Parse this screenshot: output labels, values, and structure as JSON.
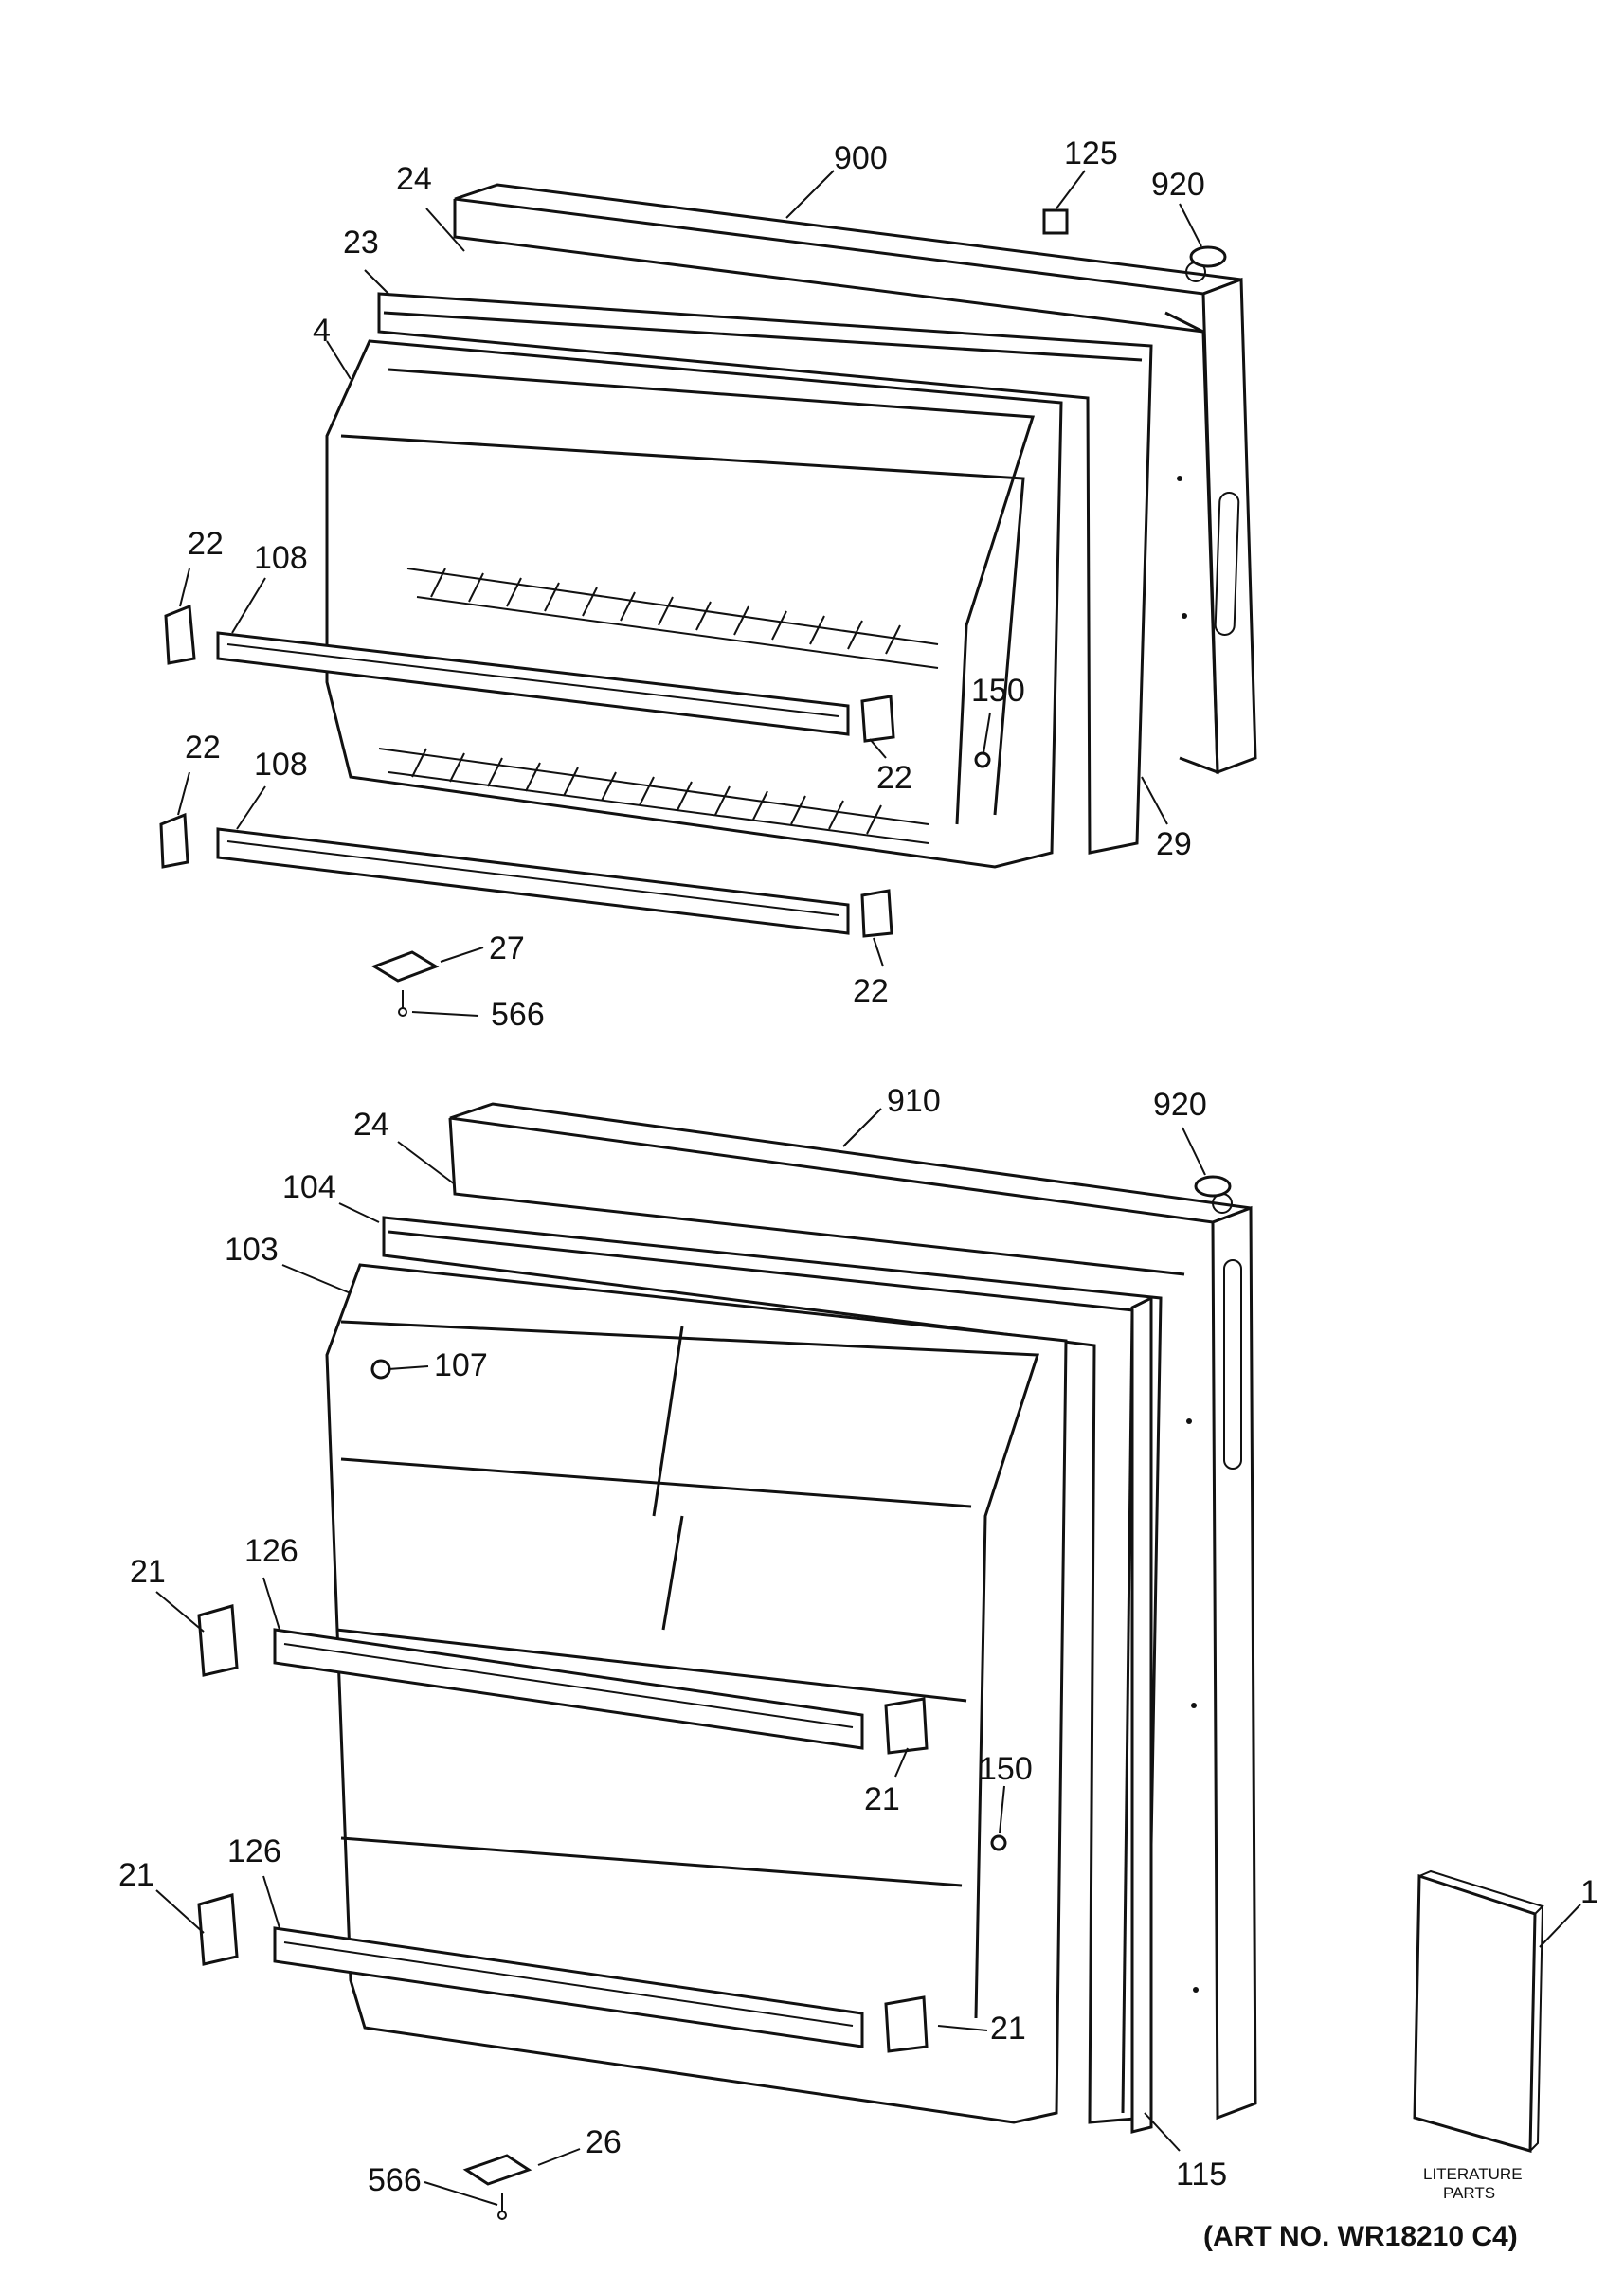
{
  "diagram": {
    "art_number": "(ART NO. WR18210 C4)",
    "literature_caption_line1": "LITERATURE",
    "literature_caption_line2": "PARTS",
    "freezer_door_callouts": {
      "c900": "900",
      "c125": "125",
      "c920": "920",
      "c24": "24",
      "c23": "23",
      "c4": "4",
      "c22_upper_left": "22",
      "c108_upper": "108",
      "c150": "150",
      "c22_upper_right": "22",
      "c29": "29",
      "c22_lower_left": "22",
      "c108_lower": "108",
      "c22_lower_right": "22",
      "c27": "27",
      "c566": "566"
    },
    "fresh_food_door_callouts": {
      "c910": "910",
      "c920": "920",
      "c24": "24",
      "c104": "104",
      "c103": "103",
      "c107": "107",
      "c126_upper": "126",
      "c21_upper_left": "21",
      "c21_upper_right": "21",
      "c150": "150",
      "c126_lower": "126",
      "c21_lower_left": "21",
      "c21_lower_right": "21",
      "c115": "115",
      "c26": "26",
      "c566": "566",
      "c1": "1"
    }
  }
}
